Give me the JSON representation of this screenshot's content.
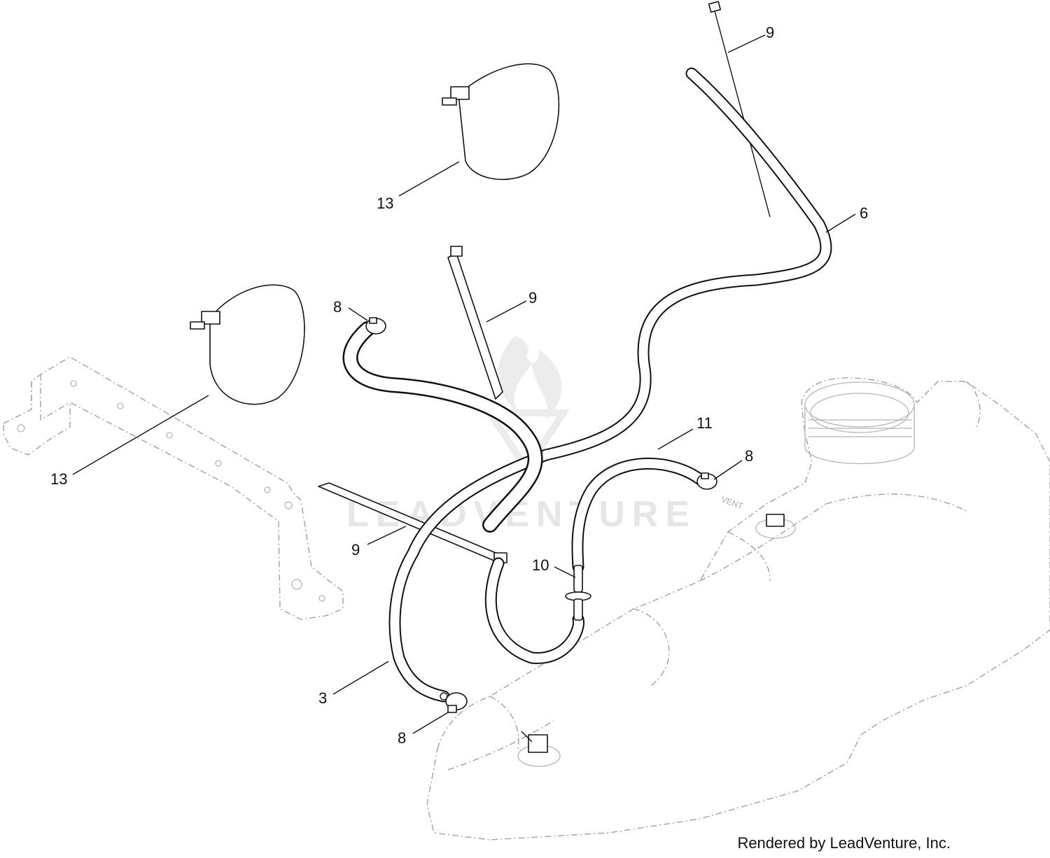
{
  "callouts": [
    {
      "id": "c-9-top",
      "text": "9"
    },
    {
      "id": "c-13-top",
      "text": "13"
    },
    {
      "id": "c-6",
      "text": "6"
    },
    {
      "id": "c-8-left",
      "text": "8"
    },
    {
      "id": "c-9-mid",
      "text": "9"
    },
    {
      "id": "c-13-left",
      "text": "13"
    },
    {
      "id": "c-11",
      "text": "11"
    },
    {
      "id": "c-8-right",
      "text": "8"
    },
    {
      "id": "c-9-low",
      "text": "9"
    },
    {
      "id": "c-10",
      "text": "10"
    },
    {
      "id": "c-3",
      "text": "3"
    },
    {
      "id": "c-8-bottom",
      "text": "8"
    }
  ],
  "tank_vent_marking": "VENT",
  "watermark": "LEADVENTURE",
  "credit": "Rendered by LeadVenture, Inc."
}
